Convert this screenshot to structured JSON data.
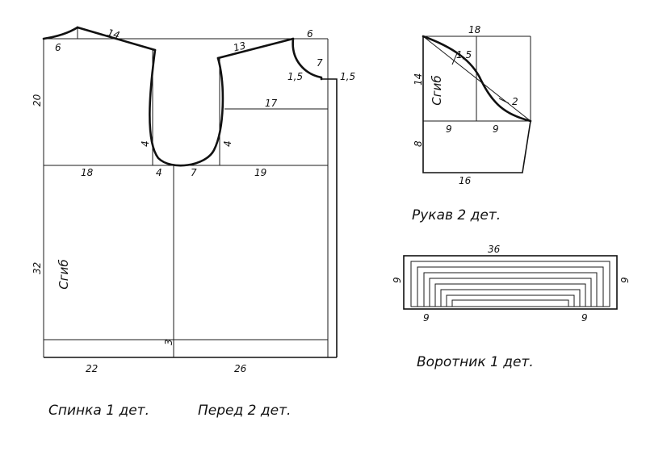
{
  "captions": {
    "back": "Спинка 1 дет.",
    "front": "Перед 2 дет.",
    "sleeve": "Рукав 2 дет.",
    "collar": "Воротник 1 дет."
  },
  "bodice": {
    "fold": "Сгиб",
    "back_shoulder": "14",
    "back_neck": "6",
    "front_shoulder": "13",
    "front_neck": "6",
    "front_neck_drop": "7",
    "placket_1": "1,5",
    "placket_2": "1,5",
    "armhole_depth": "20",
    "chest_front": "17",
    "armhole_back": "4",
    "armhole_front": "4",
    "chest_back": "18",
    "under_back": "4",
    "under_front": "7",
    "chest_front_full": "19",
    "length_lower": "32",
    "hem": "3",
    "hem_back": "22",
    "hem_front": "26"
  },
  "sleeve": {
    "fold": "Сгиб",
    "top": "18",
    "curve_1": "1,5",
    "curve_2": "2",
    "cap_height": "14",
    "mid_left": "9",
    "mid_right": "9",
    "lower_height": "8",
    "bottom": "16"
  },
  "collar": {
    "top": "36",
    "left": "9",
    "right": "9",
    "bottom_left": "9",
    "bottom_right": "9"
  }
}
